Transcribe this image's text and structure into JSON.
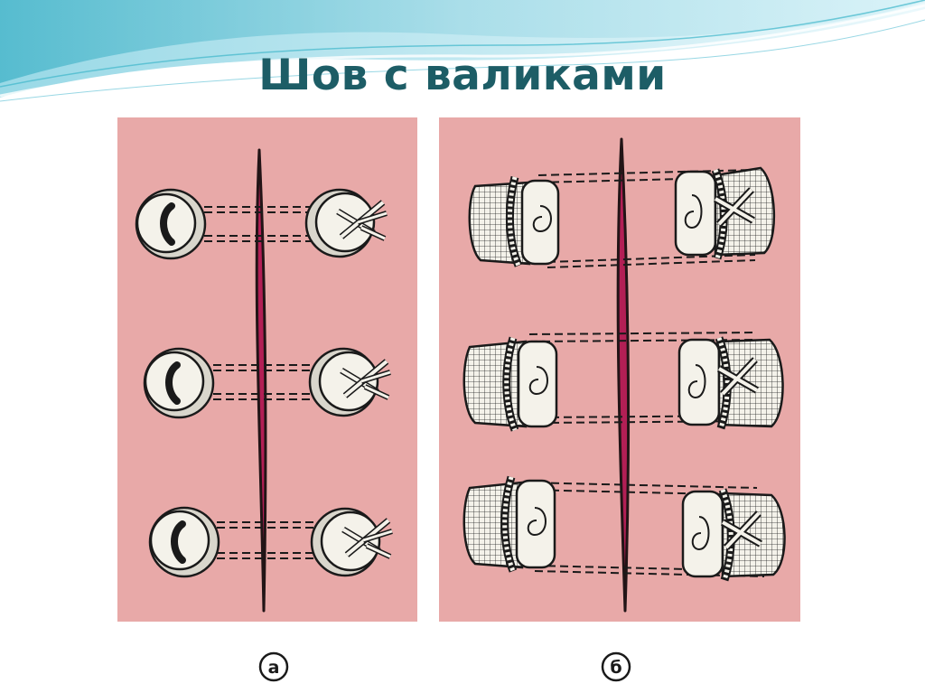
{
  "slide": {
    "title": "Шов с валиками"
  },
  "figure": {
    "panels": [
      {
        "label": "а",
        "stitch_count": 3,
        "element": "button"
      },
      {
        "label": "б",
        "stitch_count": 3,
        "element": "gauze-roll"
      }
    ],
    "colors": {
      "panel_background": "#e8a9a8",
      "wound_line": "#221416",
      "wound_fill": "#b21f55",
      "button_fill": "#f4f2ea",
      "thread": "#1a1a1a",
      "title_text": "#1d5d66",
      "header_wave_light": "#cfeff6",
      "header_wave_dark": "#2aa9c0"
    },
    "icons": [
      "button-icon",
      "gauze-roll-icon",
      "suture-knot-icon"
    ]
  }
}
